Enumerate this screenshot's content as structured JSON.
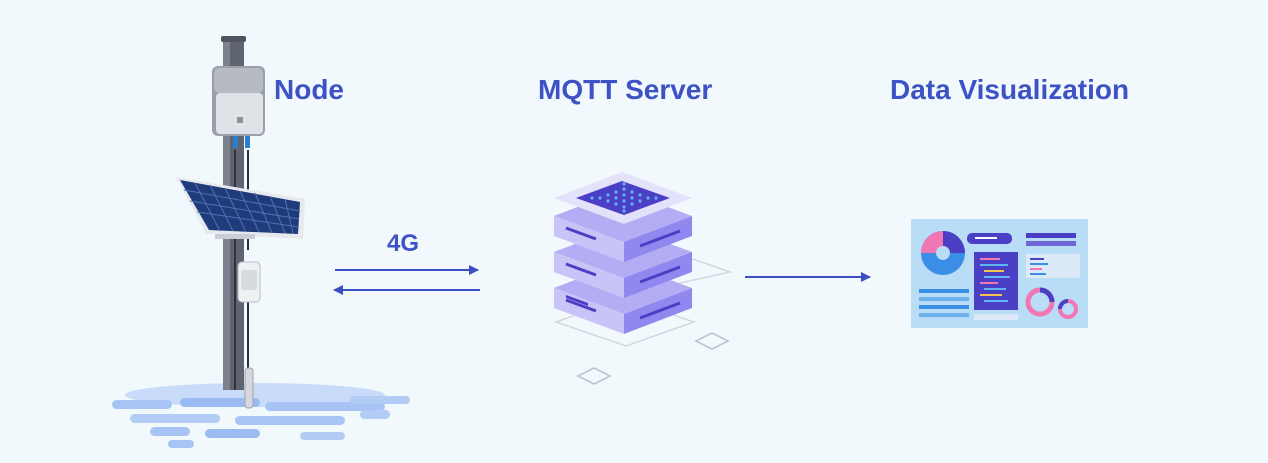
{
  "labels": {
    "node": "Node",
    "server": "MQTT Server",
    "visualization": "Data Visualization",
    "link": "4G"
  },
  "colors": {
    "background": "#f2f9fd",
    "label": "#3d52c4",
    "arrow": "#3c4fc0",
    "server_top": "#8f88ee",
    "server_side": "#c9c4f8",
    "server_dark": "#4b3fc5",
    "water": "#a7c4f5",
    "dashboard_bg": "#b9ddf6"
  },
  "icons": {
    "node": "sensor-pole-with-solar-panel",
    "server": "stacked-server-isometric",
    "visualization": "dashboard-screen"
  }
}
